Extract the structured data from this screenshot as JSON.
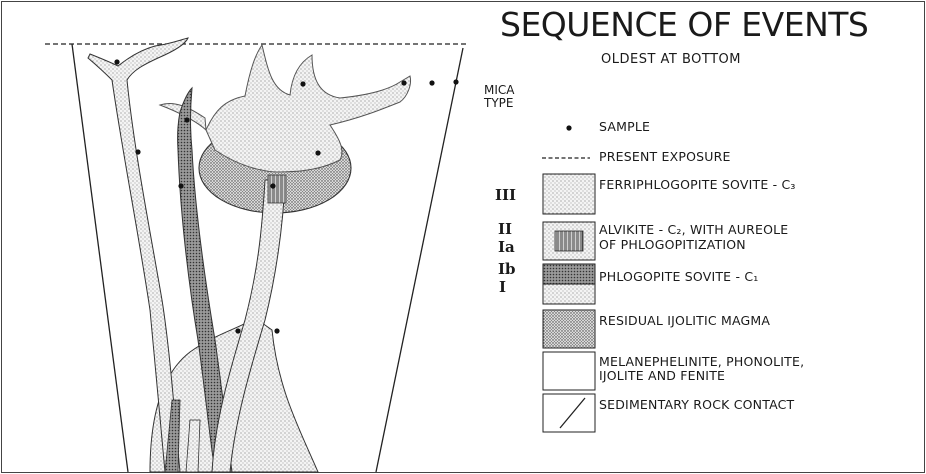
{
  "title": "SEQUENCE OF EVENTS",
  "subtitle": "OLDEST AT BOTTOM",
  "mica_type_label": "MICA TYPE",
  "legend": {
    "sample": "SAMPLE",
    "present_exposure": "PRESENT EXPOSURE",
    "ferriphlogopite": "FERRIPHLOGOPITE SOVITE - C₃",
    "alvikite_line1": "ALVIKITE - C₂, WITH AUREOLE",
    "alvikite_line2": "OF PHLOGOPITIZATION",
    "phlogopite": "PHLOGOPITE SOVITE - C₁",
    "residual": "RESIDUAL IJOLITIC MAGMA",
    "melanephelinite_line1": "MELANEPHELINITE, PHONOLITE,",
    "melanephelinite_line2": "IJOLITE AND FENITE",
    "sedimentary": "SEDIMENTARY ROCK CONTACT"
  },
  "mica_types": {
    "ferriphlogopite": "III",
    "alvikite": "II",
    "alvikite_aureole": "Ia",
    "phlogopite_b": "Ib",
    "phlogopite": "I"
  }
}
